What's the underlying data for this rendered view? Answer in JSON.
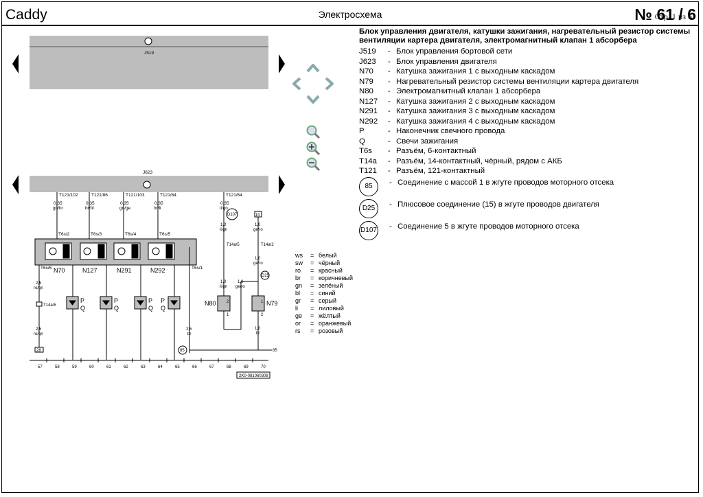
{
  "header": {
    "brand": "Caddy",
    "title": "Электросхема",
    "number": "№ 61 / 6",
    "page_info": "Стр. 1 из 6"
  },
  "legend": {
    "heading": "Блок управления двигателя, катушки зажигания, нагревательный резистор системы вентиляции картера двигателя, электромагнитный клапан 1 абсорбера",
    "items": [
      {
        "code": "J519",
        "text": "Блок управления бортовой сети"
      },
      {
        "code": "J623",
        "text": "Блок управления двигателя"
      },
      {
        "code": "N70",
        "text": "Катушка зажигания 1 с выходным каскадом"
      },
      {
        "code": "N79",
        "text": "Нагревательный резистор системы вентиляции картера двигателя"
      },
      {
        "code": "N80",
        "text": "Электромагнитный клапан 1 абсорбера"
      },
      {
        "code": "N127",
        "text": "Катушка зажигания 2 с выходным каскадом"
      },
      {
        "code": "N291",
        "text": "Катушка зажигания 3 с выходным каскадом"
      },
      {
        "code": "N292",
        "text": "Катушка зажигания 4 с выходным каскадом"
      },
      {
        "code": "P",
        "text": "Наконечник свечного провода"
      },
      {
        "code": "Q",
        "text": "Свечи зажигания"
      },
      {
        "code": "T6s",
        "text": "Разъём, 6-контактный"
      },
      {
        "code": "T14a",
        "text": "Разъём, 14-контактный, чёрный, рядом с АКБ"
      },
      {
        "code": "T121",
        "text": "Разъём, 121-контактный"
      }
    ],
    "circles": [
      {
        "code": "85",
        "text": "Соединение с массой 1 в жгуте проводов моторного отсека"
      },
      {
        "code": "D25",
        "text": "Плюсовое соединение (15) в жгуте проводов двигателя"
      },
      {
        "code": "D107",
        "text": "Соединение 5 в жгуте проводов моторного отсека"
      }
    ],
    "dash": "-"
  },
  "wire_colors": {
    "eq": "=",
    "items": [
      {
        "abbr": "ws",
        "name": "белый"
      },
      {
        "abbr": "sw",
        "name": "чёрный"
      },
      {
        "abbr": "ro",
        "name": "красный"
      },
      {
        "abbr": "br",
        "name": "коричневый"
      },
      {
        "abbr": "gn",
        "name": "зелёный"
      },
      {
        "abbr": "bl",
        "name": "синий"
      },
      {
        "abbr": "gr",
        "name": "серый"
      },
      {
        "abbr": "li",
        "name": "лиловый"
      },
      {
        "abbr": "ge",
        "name": "жёлтый"
      },
      {
        "abbr": "or",
        "name": "оранжевый"
      },
      {
        "abbr": "rs",
        "name": "розовый"
      }
    ]
  },
  "diagram": {
    "j519_label": "J519",
    "j623_label": "J623",
    "pins": [
      "T121/102",
      "T121/86",
      "T121/103",
      "T121/84",
      "T121/64"
    ],
    "wire_size": "0,35",
    "wire_cols": [
      "gn/br",
      "br/bl",
      "gn/ge",
      "br/li",
      "li/gn"
    ],
    "t6_pins": [
      "T6s/2",
      "T6s/3",
      "T6s/4",
      "T6s/5",
      "T6s/6",
      "T6s/1"
    ],
    "coils": [
      "N70",
      "N127",
      "N291",
      "N292"
    ],
    "p_label": "P",
    "q_label": "Q",
    "w25": "2,5",
    "rogn": "ro/gn",
    "t14a5": "T14a/5",
    "t14a5b": "T14a/5",
    "t14a2": "T14a/2",
    "w10": "1,0",
    "geko": "ge/ro",
    "ligm": "li/gn",
    "br": "br",
    "n80": "N80",
    "n79": "N79",
    "c85": "85",
    "d25": "D25",
    "d107": "D107",
    "box28": "28",
    "box10": "10",
    "ref85": "85",
    "pin_num_1": "1",
    "pin_num_2": "2",
    "ruler": [
      "57",
      "58",
      "59",
      "60",
      "61",
      "62",
      "63",
      "64",
      "65",
      "66",
      "67",
      "68",
      "69",
      "70"
    ],
    "doc_code": "2K0-081060308"
  },
  "colors": {
    "panel": "#bdbdbd",
    "panel_line": "#555555"
  }
}
